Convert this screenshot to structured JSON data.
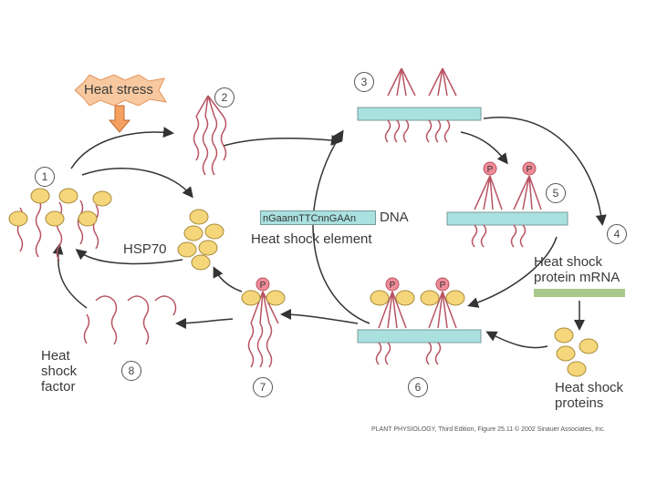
{
  "labels": {
    "heat_stress": "Heat stress",
    "dna": "DNA",
    "dna_sequence": "nGaannTTCnnGAAn",
    "heat_shock_element": "Heat shock element",
    "hsp70": "HSP70",
    "hs_mrna_line1": "Heat shock",
    "hs_mrna_line2": "protein mRNA",
    "hs_proteins_line1": "Heat shock",
    "hs_proteins_line2": "proteins",
    "hsf_line1": "Heat",
    "hsf_line2": "shock",
    "hsf_line3": "factor",
    "phospho": "P",
    "credit": "PLANT PHYSIOLOGY, Third Edition, Figure 25.11 © 2002 Sinauer Associates, Inc."
  },
  "steps": [
    "1",
    "2",
    "3",
    "4",
    "5",
    "6",
    "7",
    "8"
  ],
  "colors": {
    "hsf": "#f08c98",
    "hsf_stroke": "#b85462",
    "hsp": "#f6d67a",
    "hsp_stroke": "#a78a3a",
    "dna": "#a9e0e0",
    "mrna": "#a8c98a",
    "arrow": "#333333",
    "heat": "#f3a060"
  }
}
